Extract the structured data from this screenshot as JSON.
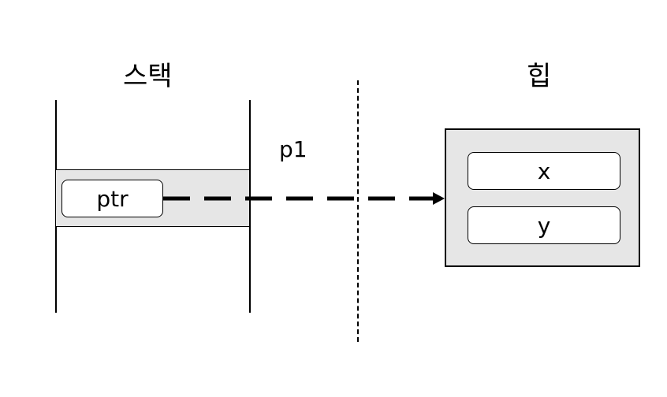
{
  "stack": {
    "title": "스택",
    "pointer_field": "ptr"
  },
  "heap": {
    "title": "힙",
    "fields": [
      "x",
      "y"
    ]
  },
  "reference": {
    "label": "p1"
  }
}
